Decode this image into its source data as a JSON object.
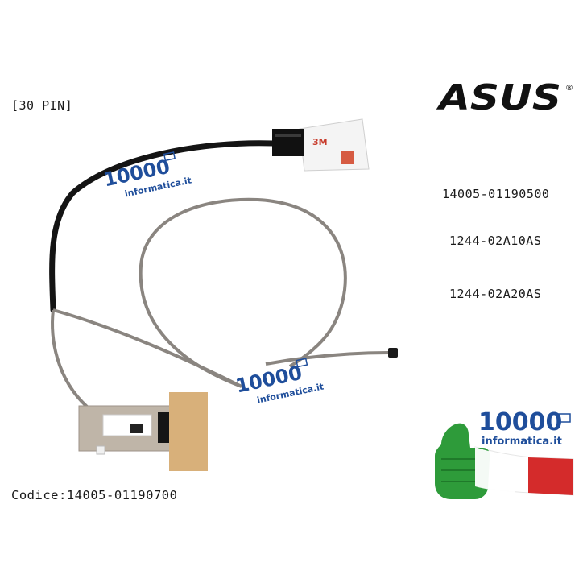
{
  "product": {
    "pin_label": "[30 PIN]",
    "part_numbers": [
      "14005-01190500",
      "1244-02A10AS",
      "1244-02A20AS"
    ],
    "codice": "Codice:14005-01190700"
  },
  "brand": {
    "logo_text": "ASUS",
    "registered": "®"
  },
  "watermark": {
    "number": "10000",
    "domain": "informatica.it"
  },
  "connector_top": {
    "tape_text": "3M"
  },
  "colors": {
    "cable_black": "#141414",
    "cable_grey": "#8a8580",
    "watermark_blue": "#1f4e9b",
    "flag_green": "#2e9b3a",
    "flag_red": "#d42b2b",
    "tape_amber": "#d8b07a"
  }
}
